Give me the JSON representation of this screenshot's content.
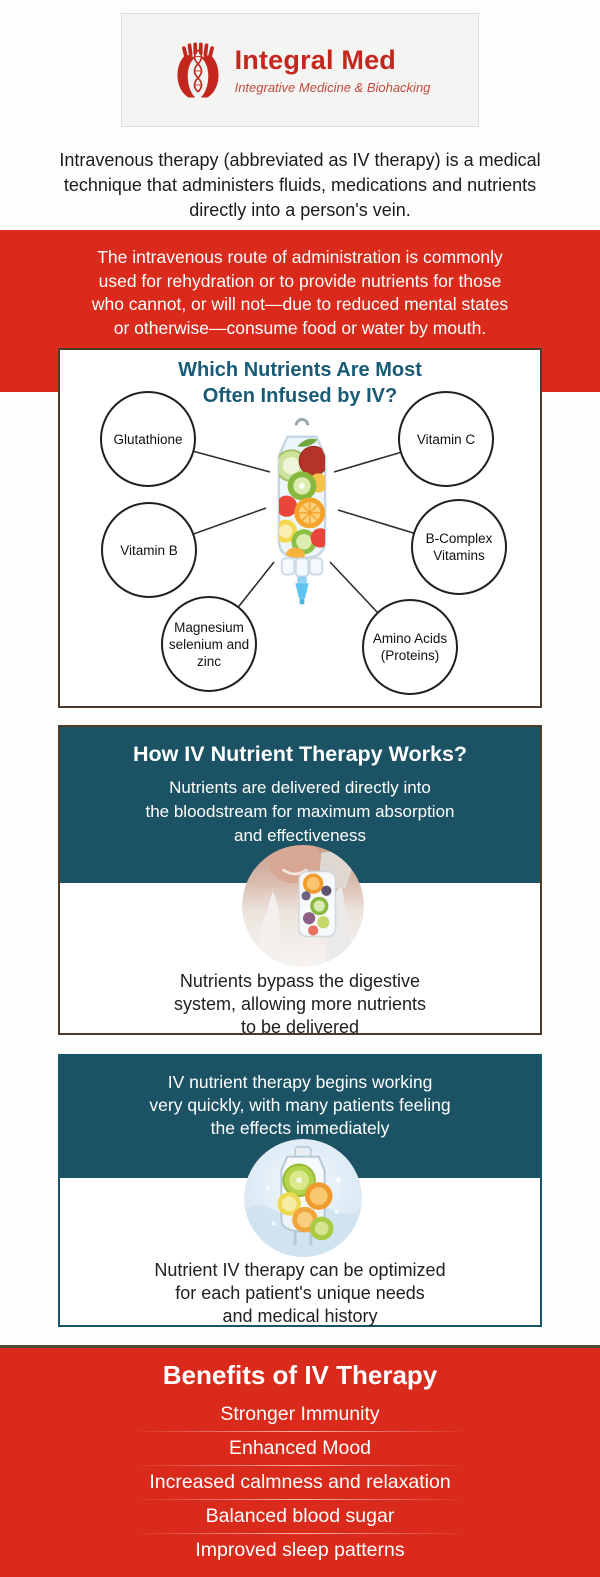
{
  "logo": {
    "title": "Integral Med",
    "tagline": "Integrative Medicine & Biohacking",
    "icon": "hands-holding-dna-icon"
  },
  "intro": {
    "lines": [
      "Intravenous therapy (abbreviated as IV therapy) is a medical",
      "technique that administers fluids, medications and nutrients",
      "directly into a person's vein."
    ]
  },
  "banner": {
    "lines": [
      "The intravenous route of administration is commonly",
      "used for rehydration or to provide nutrients for those",
      "who cannot, or will not—due to reduced mental states",
      "or otherwise—consume food or water by mouth."
    ]
  },
  "nutrients": {
    "title_lines": [
      "Which Nutrients Are Most",
      "Often Infused by IV?"
    ],
    "items": [
      "Glutathione",
      "Vitamin C",
      "Vitamin B",
      "B-Complex Vitamins",
      "Magnesium selenium and zinc",
      "Amino Acids (Proteins)"
    ],
    "center_image": "iv-bag-filled-with-fruits"
  },
  "how": {
    "title": "How IV Nutrient Therapy Works?",
    "subtitle_lines": [
      "Nutrients are delivered directly into",
      "the bloodstream for maximum absorption",
      "and effectiveness"
    ],
    "image": "clinician-holding-fruit-iv-bag-photo",
    "caption_lines": [
      "Nutrients bypass the digestive",
      "system, allowing more nutrients",
      "to be delivered"
    ]
  },
  "speed": {
    "text_lines": [
      "IV nutrient therapy begins working",
      "very quickly, with many patients feeling",
      "the effects immediately"
    ],
    "image": "iv-bag-with-citrus-slices-in-water-photo",
    "caption_lines": [
      "Nutrient IV therapy can be optimized",
      "for each patient's unique needs",
      "and medical history"
    ]
  },
  "benefits": {
    "title": "Benefits of IV Therapy",
    "items": [
      "Stronger Immunity",
      "Enhanced Mood",
      "Increased calmness and relaxation",
      "Balanced blood sugar",
      "Improved sleep patterns"
    ]
  },
  "colors": {
    "primary_red": "#d92a1b",
    "teal_panel": "#1b5264",
    "heading_teal": "#195a75",
    "box_border_brown": "#4d3b29",
    "box_border_teal": "#16566c",
    "logo_red": "#c3271e"
  }
}
